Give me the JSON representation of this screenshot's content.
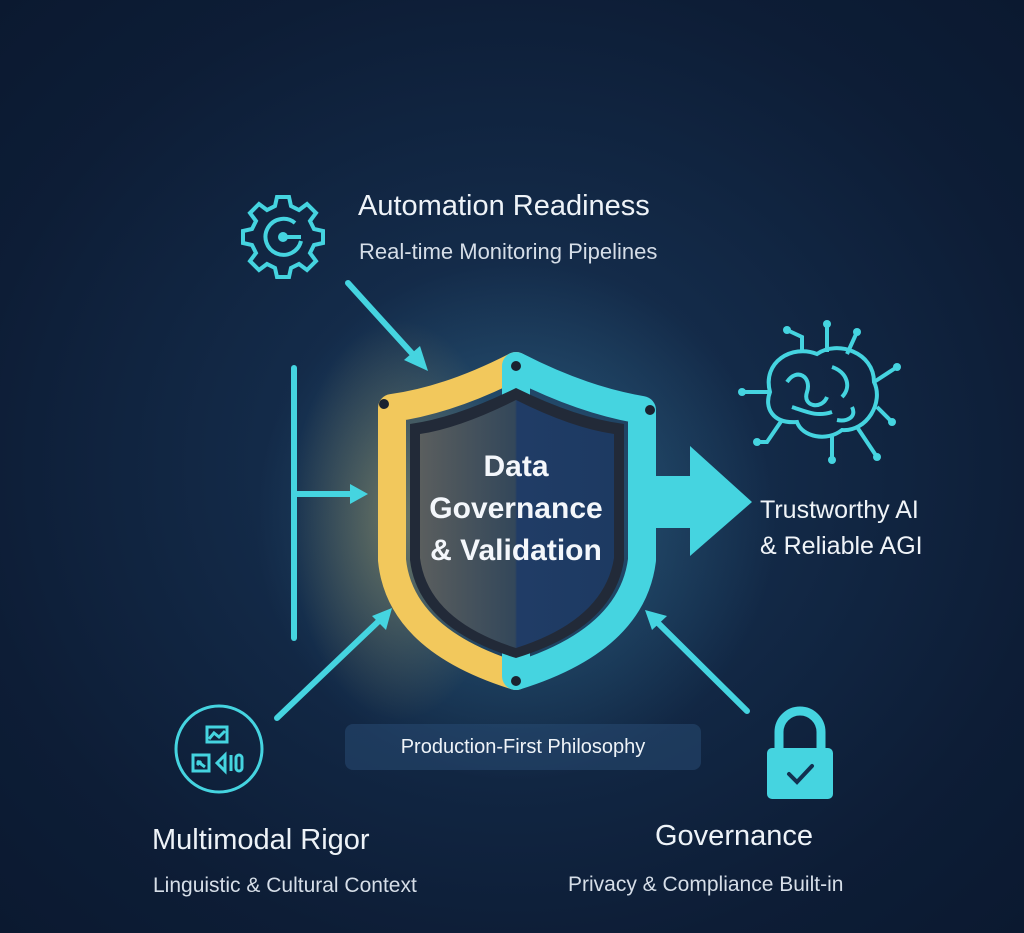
{
  "center": {
    "line1": "Data",
    "line2": "Governance",
    "line3": "& Validation"
  },
  "automation": {
    "title": "Automation Readiness",
    "subtitle": "Real-time Monitoring Pipelines",
    "icon": "gear-icon"
  },
  "output": {
    "line1": "Trustworthy AI",
    "line2": "& Reliable AGI",
    "icon": "brain-circuit-icon"
  },
  "multimodal": {
    "title": "Multimodal Rigor",
    "subtitle": "Linguistic & Cultural Context",
    "icon": "media-circle-icon"
  },
  "governance": {
    "title": "Governance",
    "subtitle": "Privacy & Compliance Built-in",
    "icon": "lock-check-icon"
  },
  "philosophy": "Production-First Philosophy",
  "colors": {
    "accent": "#45d4e0",
    "gold": "#f2c85c",
    "background": "#0f2240"
  }
}
